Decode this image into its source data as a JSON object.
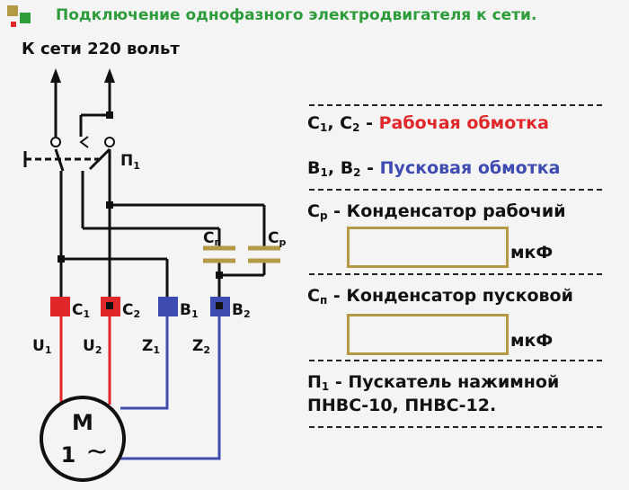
{
  "header": {
    "title": "Подключение однофазного электродвигателя к сети.",
    "supply_label": "К сети 220 вольт"
  },
  "colors": {
    "title_green": "#2e9c3a",
    "working_red": "#e0272a",
    "starting_blue": "#3e4bb0",
    "capacitor_gold": "#b59a45"
  },
  "diagram": {
    "switch_label": "П",
    "switch_sub": "1",
    "capacitor_start_label": "С",
    "capacitor_start_sub": "п",
    "capacitor_run_label": "С",
    "capacitor_run_sub": "р",
    "terminals": [
      {
        "label": "С",
        "sub": "1"
      },
      {
        "label": "С",
        "sub": "2"
      },
      {
        "label": "В",
        "sub": "1"
      },
      {
        "label": "В",
        "sub": "2"
      }
    ],
    "wires": [
      {
        "label": "U",
        "sub": "1"
      },
      {
        "label": "U",
        "sub": "2"
      },
      {
        "label": "Z",
        "sub": "1"
      },
      {
        "label": "Z",
        "sub": "2"
      }
    ],
    "motor": {
      "label": "М",
      "phase": "1",
      "symbol": "~"
    }
  },
  "legend": {
    "working": {
      "c1": "С",
      "s1": "1",
      "sep": ", ",
      "c2": "С",
      "s2": "2",
      "dash": " - ",
      "text": "Рабочая обмотка"
    },
    "starting": {
      "c1": "В",
      "s1": "1",
      "sep": ", ",
      "c2": "В",
      "s2": "2",
      "dash": " - ",
      "text": "Пусковая обмотка"
    },
    "run_cap": {
      "sym": "С",
      "sub": "р",
      "text": " - Конденсатор рабочий"
    },
    "run_cap_unit": "мкФ",
    "start_cap": {
      "sym": "С",
      "sub": "п",
      "text": " - Конденсатор пусковой"
    },
    "start_cap_unit": "мкФ",
    "switch_line1": {
      "sym": "П",
      "sub": "1",
      "text": " - Пускатель нажимной"
    },
    "switch_line2": "ПНВС-10, ПНВС-12."
  }
}
